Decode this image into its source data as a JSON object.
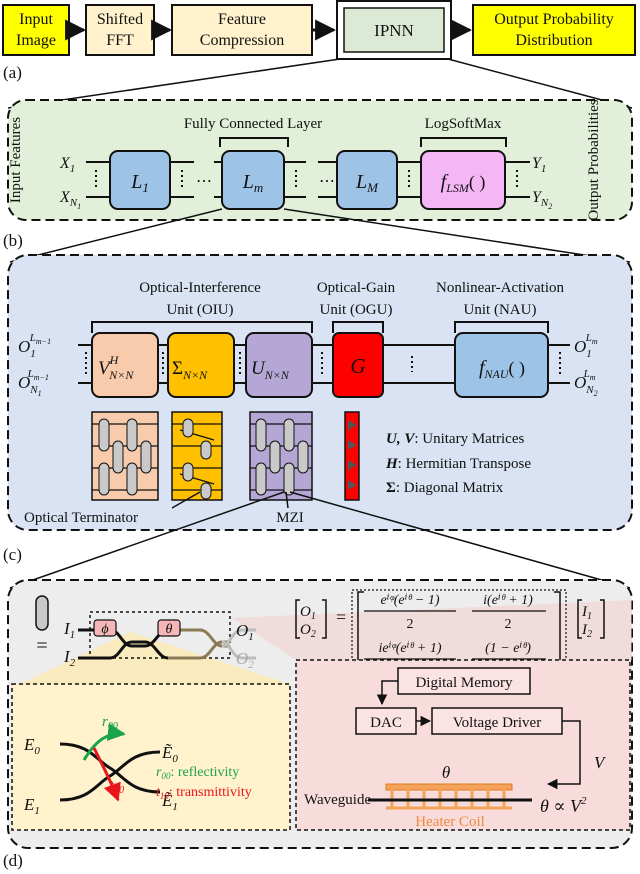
{
  "panel_a": {
    "label": "(a)",
    "blocks": [
      {
        "line1": "Input",
        "line2": "Image"
      },
      {
        "line1": "Shifted",
        "line2": "FFT"
      },
      {
        "line1": "Feature",
        "line2": "Compression"
      },
      {
        "line1": "IPNN",
        "line2": ""
      },
      {
        "line1": "Output Probability",
        "line2": "Distribution"
      }
    ],
    "colors": {
      "yellow": "#ffff00",
      "beige": "#fff2cc",
      "ipnn": "#dce9d5"
    }
  },
  "panel_b": {
    "label": "(b)",
    "input_features": "Input Features",
    "output_probabilities": "Output Probabilities",
    "fc_title": "Fully Connected Layer",
    "lsm_title": "LogSoftMax",
    "x1": "X",
    "x1_sub": "1",
    "xn": "X",
    "xn_sub": "N",
    "xn_subsub": "1",
    "y1": "Y",
    "y1_sub": "1",
    "yn": "Y",
    "yn_sub": "N",
    "yn_subsub": "2",
    "l1": "L",
    "l1_sub": "1",
    "lm": "L",
    "lm_sub": "m",
    "lM": "L",
    "lM_sub": "M",
    "lsm": "f",
    "lsm_sub": "LSM",
    "lsm_paren": "(   )",
    "dots": "⋯",
    "colors": {
      "bg": "#e2efd9",
      "block": "#9dc3e6",
      "lsm": "#f4b6f4"
    }
  },
  "panel_c": {
    "label": "(c)",
    "oiu_title1": "Optical-Interference",
    "oiu_title2": "Unit (OIU)",
    "ogu_title1": "Optical-Gain",
    "ogu_title2": "Unit (OGU)",
    "nau_title1": "Nonlinear-Activation",
    "nau_title2": "Unit (NAU)",
    "in_top": "O",
    "in_top_sub": "1",
    "in_top_sup": "L",
    "in_top_supsub": "m−1",
    "in_bot": "O",
    "in_bot_sub": "N",
    "in_bot_subsub": "1",
    "in_bot_sup": "L",
    "in_bot_supsub": "m−1",
    "out_top": "O",
    "out_top_sub": "1",
    "out_top_sup": "L",
    "out_top_supsub": "m",
    "out_bot": "O",
    "out_bot_sub": "N",
    "out_bot_subsub": "2",
    "out_bot_sup": "L",
    "out_bot_supsub": "m",
    "vh": "V",
    "vh_sup": "H",
    "vh_sub": "N×N",
    "sigma": "Σ",
    "sigma_sub": "N×N",
    "u": "U",
    "u_sub": "N×N",
    "g": "G",
    "fnau": "f",
    "fnau_sub": "NAU",
    "fnau_paren": "(   )",
    "legend": [
      {
        "key": "U, V",
        "text": ": Unitary Matrices"
      },
      {
        "key": "H",
        "text": ":  Hermitian Transpose"
      },
      {
        "key": "Σ",
        "text": ": Diagonal Matrix"
      }
    ],
    "optical_terminator": "Optical Terminator",
    "mzi": "MZI",
    "colors": {
      "bg": "#dae3f3",
      "vh": "#f8cbad",
      "sigma": "#ffc000",
      "u": "#b4a7d6",
      "g": "#ff0000",
      "nau": "#9dc3e6"
    }
  },
  "panel_d": {
    "label": "(d)",
    "i1": "I",
    "i1_sub": "1",
    "i2": "I",
    "i2_sub": "2",
    "o1": "O",
    "o1_sub": "1",
    "o2": "O",
    "o2_sub": "2",
    "phi": "ϕ",
    "theta": "θ",
    "equals": "=",
    "matrix": {
      "lhs_top": "O",
      "lhs_top_sub": "1",
      "lhs_bot": "O",
      "lhs_bot_sub": "2",
      "a11": "eⁱᵠ(eⁱᶿ − 1)",
      "a12": "i(eⁱᶿ + 1)",
      "a21": "ieⁱᵠ(eⁱᶿ + 1)",
      "a22": "(1 − eⁱᶿ)",
      "den": "2",
      "rhs_top": "I",
      "rhs_top_sub": "1",
      "rhs_bot": "I",
      "rhs_bot_sub": "2"
    },
    "coupler": {
      "e0": "E",
      "e0_sub": "0",
      "e1": "E",
      "e1_sub": "1",
      "et0": "Ẽ",
      "et0_sub": "0",
      "et1": "Ẽ",
      "et1_sub": "1",
      "r00": "r",
      "r00_sub": "00",
      "t10": "t",
      "t10_sub": "10",
      "r_text": ": reflectivity",
      "t_text": ": transmittivity"
    },
    "heater": {
      "digital_memory": "Digital Memory",
      "dac": "DAC",
      "voltage_driver": "Voltage Driver",
      "v": "V",
      "theta": "θ",
      "waveguide": "Waveguide",
      "heater_coil": "Heater Coil",
      "relation": "θ ∝ V",
      "relation_sup": "2"
    },
    "colors": {
      "bg": "#ededed",
      "coupler_bg": "#fff2cc",
      "heater_bg": "#f8dcdc",
      "green": "#1aa34a",
      "red": "#e8161b",
      "orange": "#f4a259"
    }
  }
}
